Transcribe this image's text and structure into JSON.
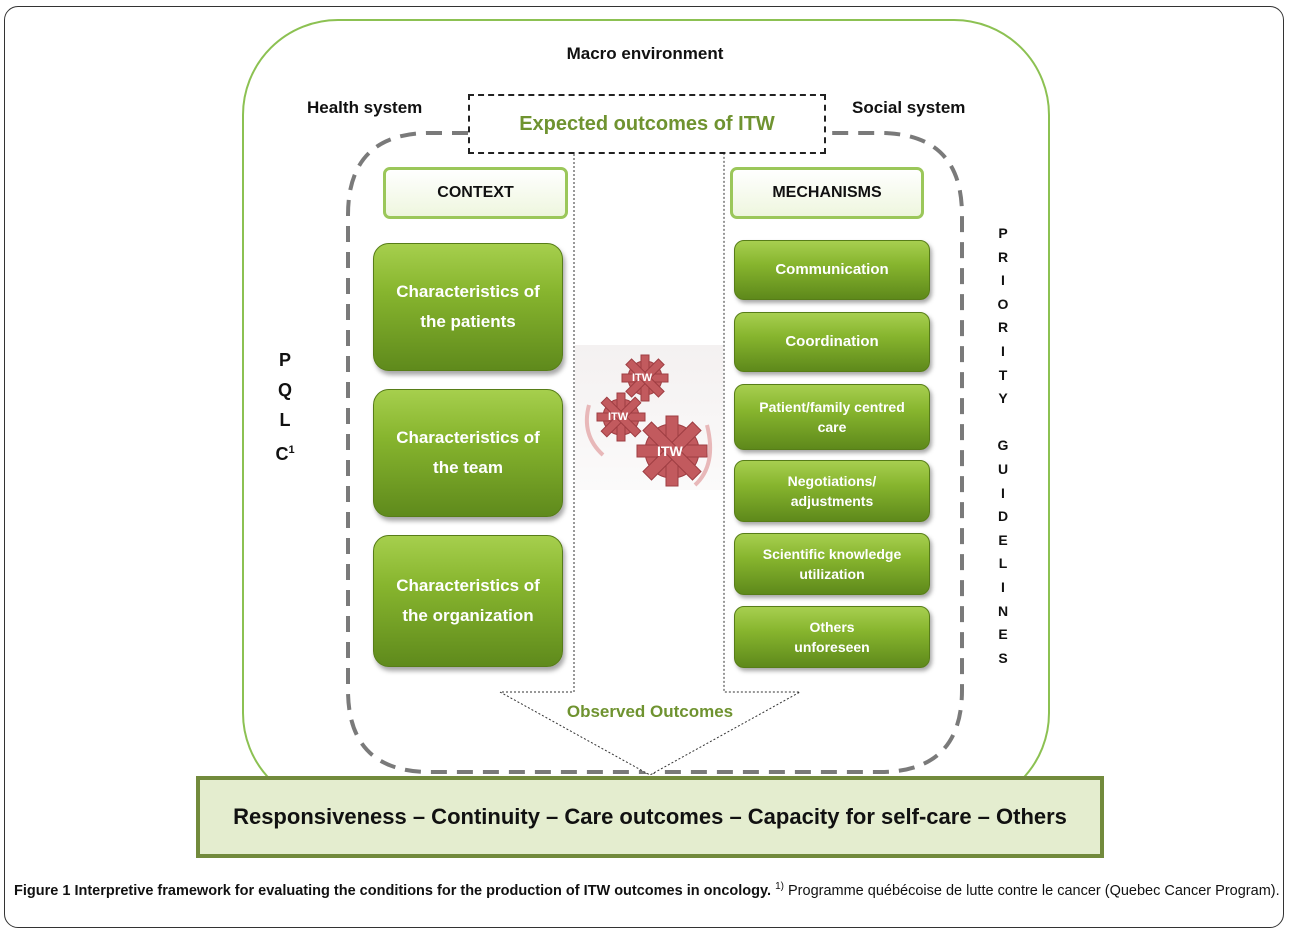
{
  "diagram": {
    "macro_env": "Macro environment",
    "health_system": "Health system",
    "social_system": "Social system",
    "expected": "Expected outcomes of ITW",
    "context_header": "CONTEXT",
    "mechanisms_header": "MECHANISMS",
    "context_items": [
      "Characteristics of the patients",
      "Characteristics of the team",
      "Characteristics of the organization"
    ],
    "mechanism_items": [
      "Communication",
      "Coordination",
      "Patient/family centred care",
      "Negotiations/ adjustments",
      "Scientific knowledge utilization",
      "Others unforeseen"
    ],
    "pqlc": [
      "P",
      "Q",
      "L",
      "C"
    ],
    "pqlc_sup": "1",
    "priority": [
      "P",
      "R",
      "I",
      "O",
      "R",
      "I",
      "T",
      "Y",
      "",
      "G",
      "U",
      "I",
      "D",
      "E",
      "L",
      "I",
      "N",
      "E",
      "S"
    ],
    "gear_labels": [
      "ITW",
      "ITW",
      "ITW"
    ],
    "observed": "Observed Outcomes",
    "outcomes_bar": "Responsiveness – Continuity – Care outcomes – Capacity for self-care – Others"
  },
  "caption": {
    "label": "Figure 1",
    "title": "Interpretive framework for evaluating the conditions for the production of ITW outcomes in oncology.",
    "footnote_mark": "1)",
    "footnote": "Programme québécoise de lutte contre le cancer (Quebec Cancer Program)."
  },
  "colors": {
    "green_outline": "#8cc152",
    "green_text": "#6f9330",
    "dashed": "#7a7a7a",
    "bar_fill": "#e4edcf",
    "bar_border": "#728a3c"
  }
}
